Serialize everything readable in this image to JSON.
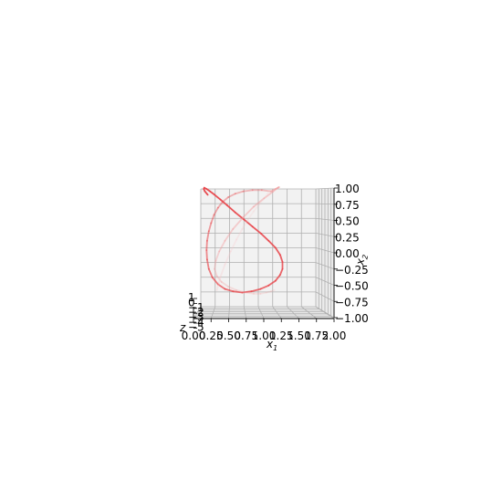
{
  "chart_data": {
    "type": "line3d",
    "title": "",
    "xlabel": "x",
    "xlabel_sub": "1",
    "ylabel": "x",
    "ylabel_sub": "2",
    "zlabel": "z",
    "xlim": [
      0.0,
      2.0
    ],
    "ylim": [
      -1.0,
      1.0
    ],
    "x_ticks": [
      "0.00",
      "0.25",
      "0.50",
      "0.75",
      "1.00",
      "1.25",
      "1.50",
      "1.75",
      "2.00"
    ],
    "y_ticks": [
      "1.00",
      "0.75",
      "0.50",
      "0.25",
      "0.00",
      "−0.25",
      "−0.50",
      "−0.75",
      "−1.00"
    ],
    "y_tick_values": [
      1.0,
      0.75,
      0.5,
      0.25,
      0.0,
      -0.25,
      -0.5,
      -0.75,
      -1.0
    ],
    "z_ticks": [
      "1",
      "0",
      "−1",
      "−2",
      "−3",
      "−4",
      "−5"
    ],
    "grid": true,
    "series": [
      {
        "color": "#e8474c",
        "x": [
          0.12,
          0.07,
          0.05,
          0.06,
          0.1,
          0.16,
          0.24,
          0.34,
          0.46,
          0.6,
          0.75,
          0.9,
          1.05,
          1.18,
          1.3,
          1.38,
          1.42,
          1.42,
          1.38,
          1.3,
          1.18,
          1.04,
          0.88,
          0.72,
          0.56,
          0.42,
          0.3,
          0.2,
          0.14,
          0.11,
          0.1,
          0.11,
          0.14,
          0.18,
          0.23,
          0.3,
          0.38,
          0.48,
          0.6,
          0.74,
          0.9,
          1.06,
          1.22
        ],
        "y": [
          0.9,
          0.96,
          1.0,
          1.02,
          1.0,
          0.96,
          0.9,
          0.82,
          0.72,
          0.6,
          0.48,
          0.36,
          0.24,
          0.12,
          0.0,
          -0.12,
          -0.24,
          -0.36,
          -0.46,
          -0.56,
          -0.64,
          -0.7,
          -0.74,
          -0.76,
          -0.74,
          -0.7,
          -0.62,
          -0.5,
          -0.36,
          -0.2,
          -0.04,
          0.12,
          0.28,
          0.42,
          0.56,
          0.68,
          0.78,
          0.86,
          0.92,
          0.96,
          0.98,
          0.98,
          0.96
        ],
        "fade": [
          0.98,
          0.98,
          0.97,
          0.97,
          0.96,
          0.95,
          0.94,
          0.93,
          0.92,
          0.91,
          0.9,
          0.89,
          0.88,
          0.87,
          0.86,
          0.85,
          0.84,
          0.83,
          0.82,
          0.81,
          0.8,
          0.79,
          0.78,
          0.76,
          0.74,
          0.72,
          0.7,
          0.67,
          0.64,
          0.61,
          0.58,
          0.55,
          0.52,
          0.49,
          0.46,
          0.43,
          0.4,
          0.38,
          0.36,
          0.34,
          0.33,
          0.32,
          0.3
        ]
      },
      {
        "color": "#f29ea0",
        "x": [
          1.22,
          1.3,
          1.36,
          1.34,
          1.25,
          1.1,
          0.92,
          0.74,
          0.56,
          0.42,
          0.32,
          0.26,
          0.24,
          0.28,
          0.36,
          0.48,
          0.62,
          0.78,
          0.92,
          1.04,
          1.14,
          1.22,
          1.28
        ],
        "y": [
          0.96,
          1.0,
          1.03,
          1.02,
          0.95,
          0.84,
          0.7,
          0.52,
          0.32,
          0.12,
          -0.06,
          -0.22,
          -0.36,
          -0.48,
          -0.58,
          -0.66,
          -0.72,
          -0.76,
          -0.78,
          -0.78,
          -0.76,
          -0.74,
          -0.72
        ],
        "fade": [
          0.6,
          0.58,
          0.56,
          0.54,
          0.52,
          0.5,
          0.48,
          0.46,
          0.44,
          0.42,
          0.4,
          0.38,
          0.36,
          0.34,
          0.32,
          0.3,
          0.28,
          0.26,
          0.24,
          0.22,
          0.2,
          0.18,
          0.16
        ]
      },
      {
        "color": "#f7c9ca",
        "x": [
          0.28,
          0.34,
          0.42,
          0.52,
          0.62,
          0.72,
          0.82,
          0.92,
          1.02,
          1.1,
          1.16,
          1.2
        ],
        "y": [
          -0.72,
          -0.5,
          -0.28,
          -0.06,
          0.14,
          0.32,
          0.48,
          0.62,
          0.74,
          0.84,
          0.92,
          0.98
        ],
        "fade": [
          0.35,
          0.33,
          0.31,
          0.29,
          0.27,
          0.25,
          0.23,
          0.21,
          0.19,
          0.17,
          0.15,
          0.13
        ]
      }
    ]
  }
}
